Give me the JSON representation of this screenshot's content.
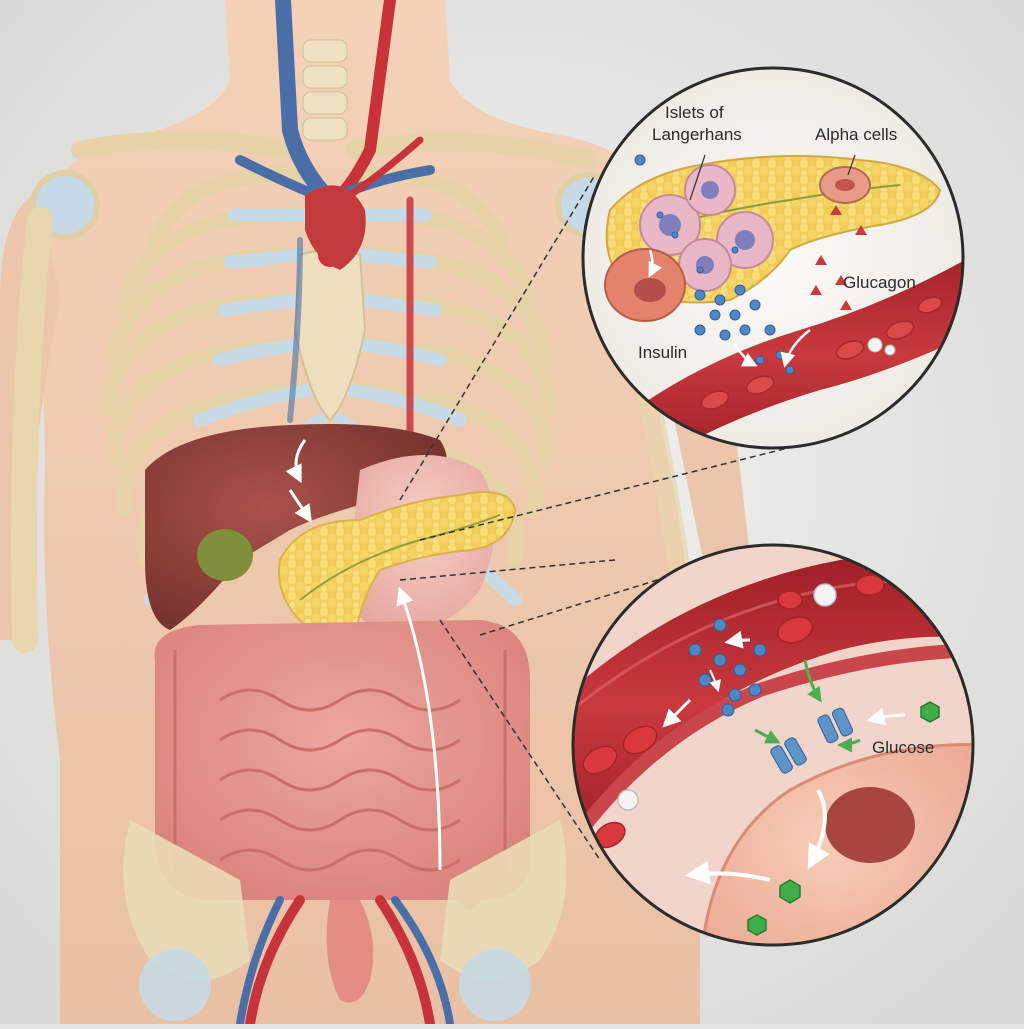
{
  "labels": {
    "islets_line1": "Islets of",
    "islets_line2": "Langerhans",
    "alpha_cells": "Alpha cells",
    "glucagon": "Glucagon",
    "insulin": "Insulin",
    "glucose": "Glucose"
  },
  "colors": {
    "background": "#e6e6e4",
    "skin": "#efc9ad",
    "bone": "#eadbb7",
    "cartilage": "#c9dbe6",
    "artery": "#c8333a",
    "vein": "#4a6fa8",
    "liver": "#8e4038",
    "gallbladder": "#7f8e3a",
    "pancreas": "#f2d36a",
    "stomach": "#f0b9b0",
    "intestine": "#e5928a",
    "blood_vessel": "#b52a2f",
    "insulin_granule": "#4f86c6",
    "glucagon_particle": "#c93a3a",
    "glucose_molecule": "#3fae48",
    "receptor": "#5d95c9"
  }
}
